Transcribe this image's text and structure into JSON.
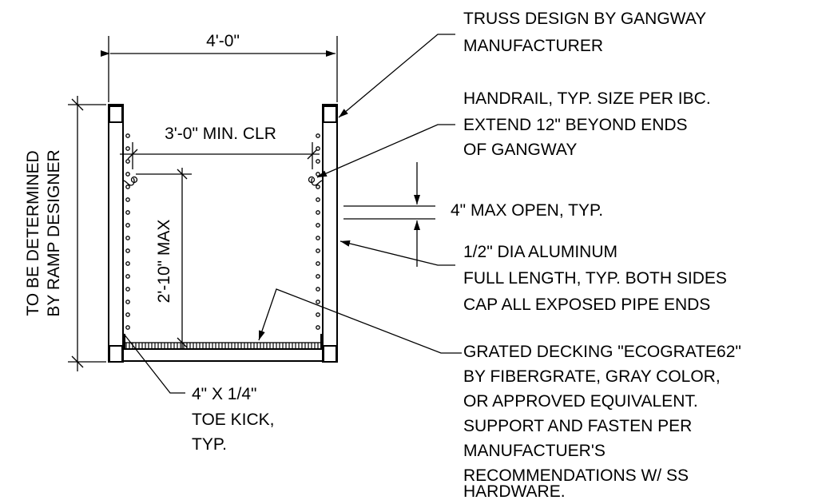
{
  "dimensions": {
    "overall_width": "4'-0\"",
    "min_clear": "3'-0\" MIN. CLR",
    "rail_height": "2'-10\" MAX",
    "overall_height_line1": "TO BE DETERMINED",
    "overall_height_line2": "BY RAMP DESIGNER",
    "max_opening": "4\" MAX OPEN, TYP."
  },
  "notes": {
    "truss": [
      "TRUSS DESIGN BY GANGWAY",
      "MANUFACTURER"
    ],
    "handrail": [
      "HANDRAIL, TYP. SIZE PER IBC.",
      "EXTEND 12\" BEYOND ENDS",
      "OF GANGWAY"
    ],
    "pickets": [
      "1/2\" DIA ALUMINUM",
      "FULL LENGTH, TYP. BOTH SIDES",
      "CAP ALL EXPOSED PIPE ENDS"
    ],
    "decking": [
      "GRATED DECKING \"ECOGRATE62\"",
      "BY FIBERGRATE, GRAY COLOR,",
      "OR APPROVED EQUIVALENT.",
      "SUPPORT AND FASTEN PER",
      "MANUFACTUER'S",
      "RECOMMENDATIONS W/ SS",
      "HARDWARE."
    ],
    "toe_kick": [
      "4\" X 1/4\"",
      "TOE KICK,",
      "TYP."
    ]
  }
}
